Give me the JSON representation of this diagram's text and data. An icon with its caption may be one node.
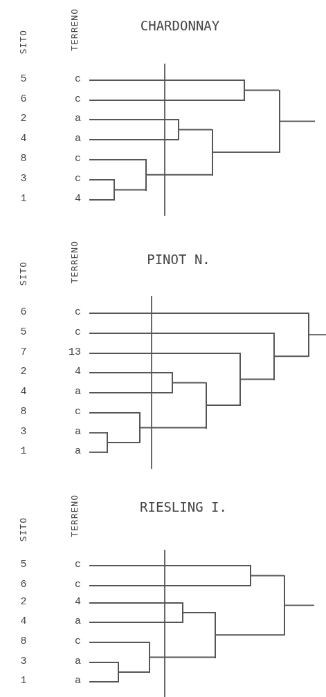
{
  "diagram": {
    "nodes": [
      {
        "text": [
          "5",
          "c"
        ]
      },
      {
        "text": [
          "6",
          "c"
        ]
      },
      {
        "text": [
          "2",
          "a"
        ]
      },
      {
        "text": [
          "4",
          "a"
        ]
      },
      {
        "text": [
          "8",
          "c"
        ]
      },
      {
        "text": [
          "3",
          "c"
        ]
      },
      {
        "text": [
          "1",
          "4"
        ]
      },
      {
        "text": [],
        "shape": "bar"
      },
      {
        "text": [],
        "shape": "bar"
      },
      {
        "text": [],
        "shape": "bar"
      },
      {
        "text": [],
        "shape": "bar"
      },
      {
        "text": [],
        "shape": "bar"
      },
      {
        "text": [],
        "shape": "bar"
      },
      {
        "text": [
          "6",
          "c"
        ]
      },
      {
        "text": [
          "5",
          "c"
        ]
      },
      {
        "text": [
          "7",
          "13"
        ]
      },
      {
        "text": [
          "2",
          "4"
        ]
      },
      {
        "text": [
          "4",
          "a"
        ]
      },
      {
        "text": [
          "8",
          "c"
        ]
      },
      {
        "text": [
          "3",
          "a"
        ]
      },
      {
        "text": [
          "1",
          "a"
        ]
      },
      {
        "text": [],
        "shape": "bar"
      },
      {
        "text": [],
        "shape": "bar"
      },
      {
        "text": [],
        "shape": "bar"
      },
      {
        "text": [],
        "shape": "bar"
      },
      {
        "text": [],
        "shape": "bar"
      },
      {
        "text": [],
        "shape": "bar"
      },
      {
        "text": [],
        "shape": "bar"
      },
      {
        "text": [
          "5",
          "c"
        ]
      },
      {
        "text": [
          "6",
          "c"
        ]
      },
      {
        "text": [
          "2",
          "4"
        ]
      },
      {
        "text": [
          "4",
          "a"
        ]
      },
      {
        "text": [
          "8",
          "c"
        ]
      },
      {
        "text": [
          "3",
          "a"
        ]
      },
      {
        "text": [
          "1",
          "a"
        ]
      },
      {
        "text": [],
        "shape": "bar"
      },
      {
        "text": [],
        "shape": "bar"
      },
      {
        "text": [],
        "shape": "bar"
      },
      {
        "text": [],
        "shape": "bar"
      },
      {
        "text": [],
        "shape": "bar"
      },
      {
        "text": [],
        "shape": "bar"
      }
    ],
    "edges": [
      {
        "from": 0,
        "to": 11,
        "arrow": "none"
      },
      {
        "from": 1,
        "to": 11,
        "arrow": "none"
      },
      {
        "from": 2,
        "to": 9,
        "arrow": "none"
      },
      {
        "from": 3,
        "to": 9,
        "arrow": "none"
      },
      {
        "from": 4,
        "to": 8,
        "arrow": "none"
      },
      {
        "from": 5,
        "to": 7,
        "arrow": "none"
      },
      {
        "from": 6,
        "to": 7,
        "arrow": "none"
      },
      {
        "from": 7,
        "to": 8,
        "arrow": "none"
      },
      {
        "from": 8,
        "to": 10,
        "arrow": "none"
      },
      {
        "from": 9,
        "to": 10,
        "arrow": "none"
      },
      {
        "from": 10,
        "to": 12,
        "arrow": "none"
      },
      {
        "from": 11,
        "to": 12,
        "arrow": "none"
      },
      {
        "from": 12,
        "to": null,
        "arrow": "none"
      },
      {
        "from": 13,
        "to": 27,
        "arrow": "none"
      },
      {
        "from": 14,
        "to": 26,
        "arrow": "none"
      },
      {
        "from": 15,
        "to": 25,
        "arrow": "none"
      },
      {
        "from": 16,
        "to": 23,
        "arrow": "none"
      },
      {
        "from": 17,
        "to": 23,
        "arrow": "none"
      },
      {
        "from": 18,
        "to": 22,
        "arrow": "none"
      },
      {
        "from": 19,
        "to": 21,
        "arrow": "none"
      },
      {
        "from": 20,
        "to": 21,
        "arrow": "none"
      },
      {
        "from": 21,
        "to": 22,
        "arrow": "none"
      },
      {
        "from": 22,
        "to": 24,
        "arrow": "none"
      },
      {
        "from": 23,
        "to": 24,
        "arrow": "none"
      },
      {
        "from": 24,
        "to": 25,
        "arrow": "none"
      },
      {
        "from": 25,
        "to": 26,
        "arrow": "none"
      },
      {
        "from": 26,
        "to": 27,
        "arrow": "none"
      },
      {
        "from": 27,
        "to": null,
        "arrow": "none"
      },
      {
        "from": 28,
        "to": 39,
        "arrow": "none"
      },
      {
        "from": 29,
        "to": 39,
        "arrow": "none"
      },
      {
        "from": 30,
        "to": 37,
        "arrow": "none"
      },
      {
        "from": 31,
        "to": 37,
        "arrow": "none"
      },
      {
        "from": 32,
        "to": 36,
        "arrow": "none"
      },
      {
        "from": 33,
        "to": 35,
        "arrow": "none"
      },
      {
        "from": 34,
        "to": 35,
        "arrow": "none"
      },
      {
        "from": 35,
        "to": 36,
        "arrow": "none"
      },
      {
        "from": 36,
        "to": 38,
        "arrow": "none"
      },
      {
        "from": 37,
        "to": 38,
        "arrow": "none"
      },
      {
        "from": 38,
        "to": 40,
        "arrow": "none"
      },
      {
        "from": 39,
        "to": 40,
        "arrow": "none"
      },
      {
        "from": 40,
        "to": null,
        "arrow": "none"
      }
    ],
    "labels": [
      "TERRENO",
      "CHARDONNAY",
      "SITO",
      "TERRENO",
      "PINOT N.",
      "SITO",
      "TERRENO",
      "RIESLING I.",
      "SITO"
    ]
  }
}
